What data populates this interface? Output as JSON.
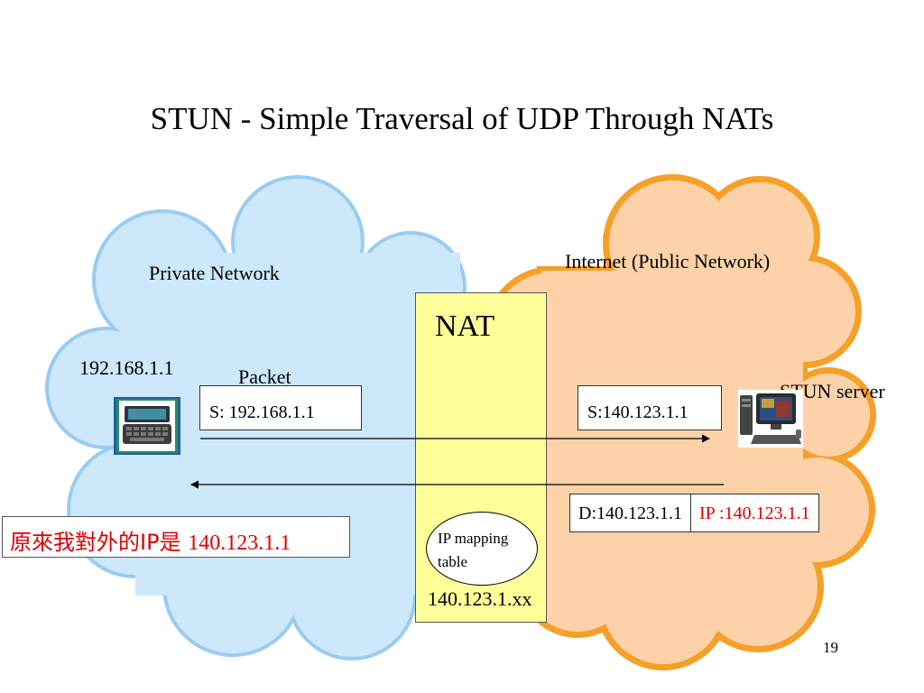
{
  "title": "STUN - Simple Traversal of UDP Through NATs",
  "private_network": {
    "label": "Private Network",
    "host_ip": "192.168.1.1",
    "packet_label": "Packet",
    "source_field": "S: 192.168.1.1",
    "note_prefix": "原來我對外的IP是",
    "note_ip": "140.123.1.1"
  },
  "nat": {
    "label": "NAT",
    "mapping_table_label_line1": "IP mapping",
    "mapping_table_label_line2": "table",
    "public_ip": "140.123.1.xx"
  },
  "internet": {
    "label": "Internet  (Public Network)",
    "server_label": "STUN server",
    "source_field": "S:140.123.1.1",
    "reply_dest": "D:140.123.1.1",
    "reply_payload": "IP :140.123.1.1"
  },
  "page_number": "19",
  "colors": {
    "private_cloud_fill": "#cce8fa",
    "private_cloud_stroke": "#99ccf2",
    "internet_cloud_fill": "#fdd2a8",
    "internet_cloud_stroke": "#f4a029",
    "nat_fill": "#ffff99",
    "highlight_text": "#e00000"
  },
  "icons": {
    "client": "handheld-pc-icon",
    "server": "desktop-computer-icon"
  }
}
